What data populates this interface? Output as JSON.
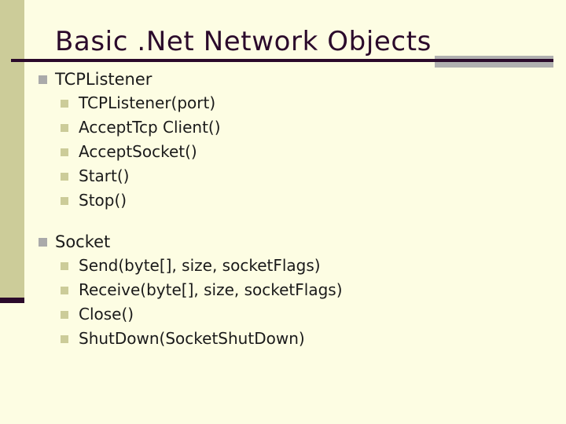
{
  "slide": {
    "title": "Basic .Net Network Objects",
    "background_color": "#FDFDE3",
    "accent_color": "#2B0A2B",
    "band_color": "#CCCC99",
    "shadow_color": "#B0B0B0",
    "bullet_level1_color": "#AAAAAA",
    "bullet_level2_color": "#CCCC99",
    "groups": [
      {
        "heading": "TCPListener",
        "items": [
          "TCPListener(port)",
          "AcceptTcp Client()",
          "AcceptSocket()",
          "Start()",
          "Stop()"
        ]
      },
      {
        "heading": "Socket",
        "items": [
          "Send(byte[], size, socketFlags)",
          "Receive(byte[], size, socketFlags)",
          "Close()",
          "ShutDown(SocketShutDown)"
        ]
      }
    ]
  }
}
